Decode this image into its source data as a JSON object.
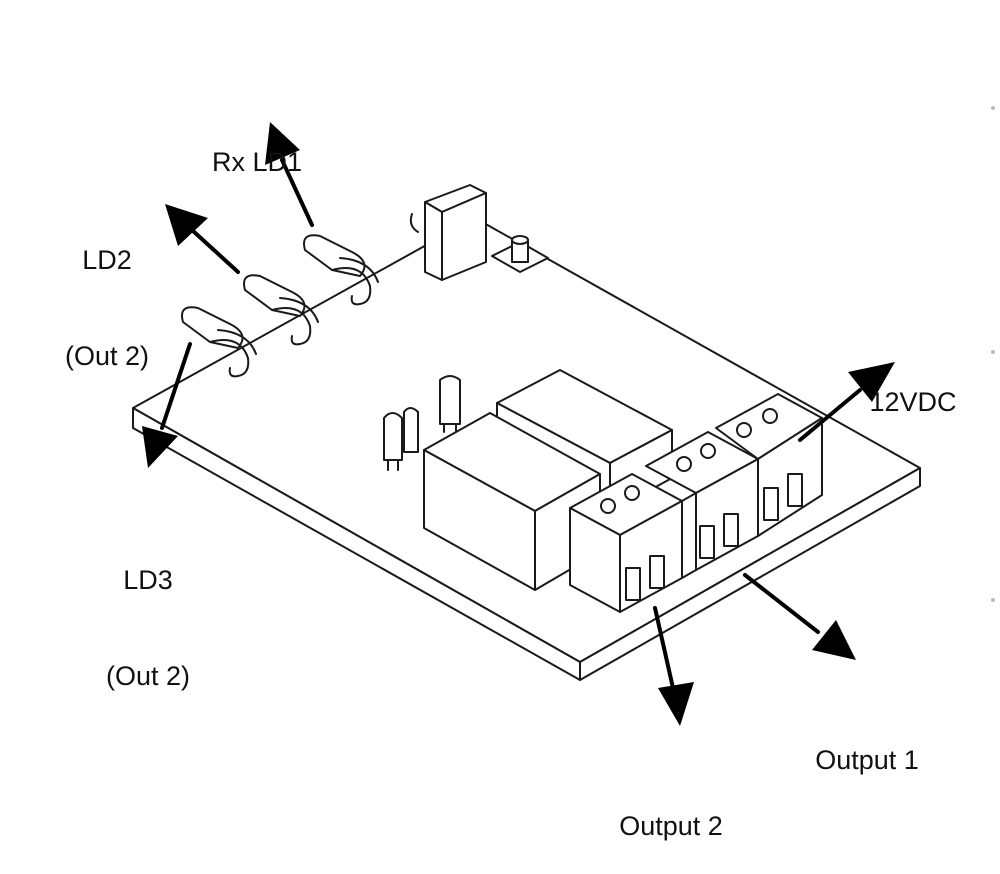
{
  "labels": {
    "rx_ld1": "Rx LD1",
    "ld2_line1": "LD2",
    "ld2_line2": "(Out 2)",
    "ld3_line1": "LD3",
    "ld3_line2": "(Out 2)",
    "vdc": "12VDC",
    "output1": "Output 1",
    "output2": "Output 2"
  },
  "colors": {
    "line": "#1a1a1a",
    "arrow": "#000000",
    "background": "#ffffff"
  }
}
